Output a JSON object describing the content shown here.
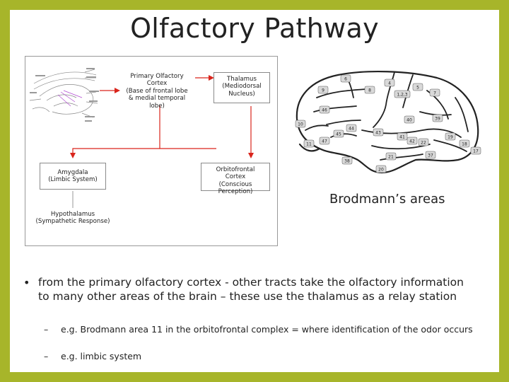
{
  "slide": {
    "title": "Olfactory Pathway",
    "colors": {
      "frame": "#a7b52a",
      "arrow": "#d9251c",
      "box_fill": "#d9d9d9"
    }
  },
  "flowchart": {
    "primary": {
      "line1": "Primary Olfactory",
      "line2": "Cortex",
      "line3": "(Base of frontal lobe",
      "line4": "& medial temporal lobe)"
    },
    "thalamus": {
      "line1": "Thalamus",
      "line2": "(Mediodorsal",
      "line3": "Nucleus)"
    },
    "amygdala": {
      "line1": "Amygdala",
      "line2": "(Limbic System)"
    },
    "orbitofrontal": {
      "line1": "Orbitofrontal",
      "line2": "Cortex",
      "line3": "(Conscious Perception)"
    },
    "hypothalamus": {
      "line1": "Hypothalamus",
      "line2": "(Sympathetic Response)"
    }
  },
  "brodmann": {
    "caption": "Brodmann’s areas",
    "areas": [
      "6",
      "4",
      "5",
      "8",
      "9",
      "1,2,3",
      "7",
      "46",
      "40",
      "39",
      "10",
      "44",
      "43",
      "45",
      "41",
      "47",
      "42",
      "22",
      "19",
      "11",
      "18",
      "37",
      "21",
      "38",
      "20",
      "17"
    ]
  },
  "body": {
    "bullet_marker": "•",
    "bullet": "from the primary olfactory cortex - other tracts take the olfactory information to many other areas of the brain – these use the thalamus as a relay station",
    "sub_marker": "–",
    "sub1": "e.g. Brodmann area 11 in the orbitofrontal complex = where identification of the odor occurs",
    "sub2": "e.g. limbic system"
  }
}
